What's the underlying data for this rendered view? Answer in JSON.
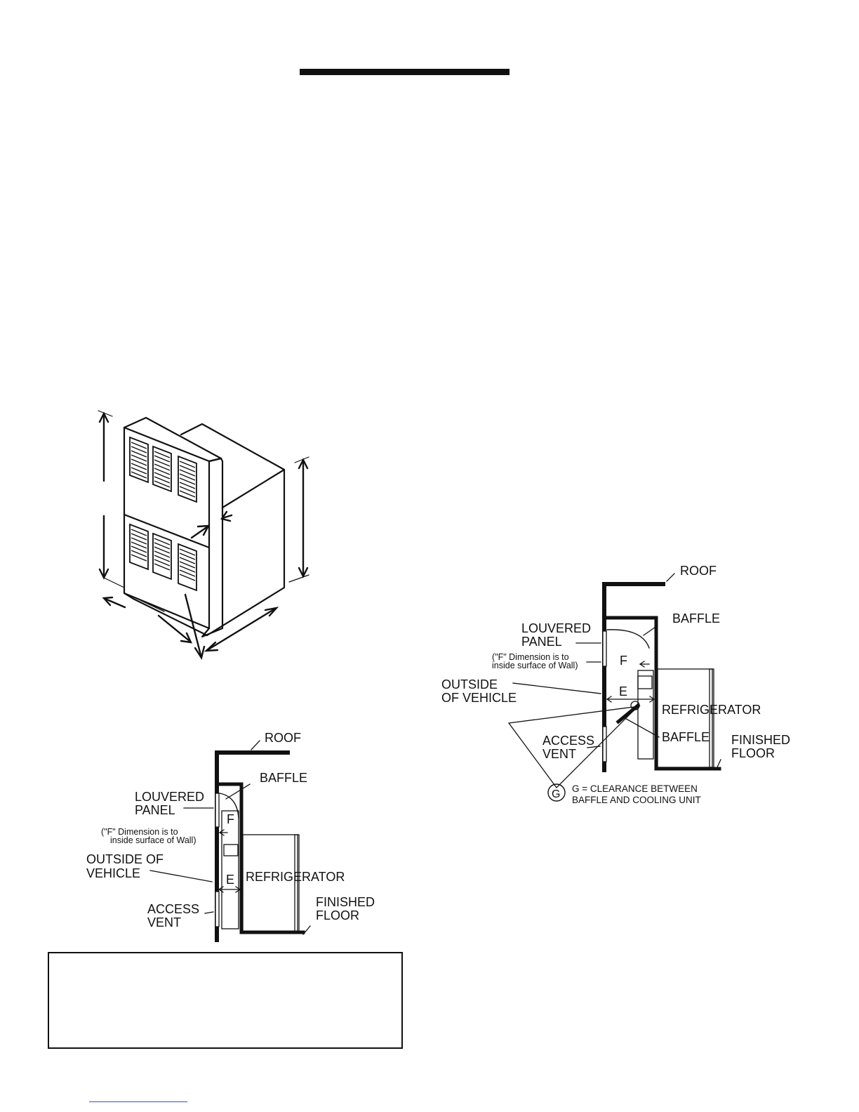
{
  "iso_figure": {},
  "side_view_single": {
    "labels": {
      "roof": "ROOF",
      "baffle": "BAFFLE",
      "louvered_line1": "LOUVERED",
      "louvered_line2": "PANEL",
      "f_note_line1": "(\"F\" Dimension is to",
      "f_note_line2": "inside surface of Wall)",
      "outside_line1": "OUTSIDE OF",
      "outside_line2": "VEHICLE",
      "refrigerator": "REFRIGERATOR",
      "access_line1": "ACCESS",
      "access_line2": "VENT",
      "finished_line1": "FINISHED",
      "finished_line2": "FLOOR",
      "dim_f": "F",
      "dim_e": "E"
    }
  },
  "side_view_baffled": {
    "labels": {
      "roof": "ROOF",
      "baffle_top": "BAFFLE",
      "louvered_line1": "LOUVERED",
      "louvered_line2": "PANEL",
      "f_note_line1": "(\"F\" Dimension is to",
      "f_note_line2": "inside surface of Wall)",
      "outside_line1": "OUTSIDE",
      "outside_line2": "OF VEHICLE",
      "refrigerator": "REFRIGERATOR",
      "baffle_bottom": "BAFFLE",
      "access_line1": "ACCESS",
      "access_line2": "VENT",
      "finished_line1": "FINISHED",
      "finished_line2": "FLOOR",
      "dim_f": "F",
      "dim_e": "E",
      "g_symbol": "G",
      "g_note_line1": "G = CLEARANCE BETWEEN",
      "g_note_line2": "BAFFLE AND COOLING UNIT"
    }
  },
  "colors": {
    "ink": "#111111",
    "link": "#3b4fd1"
  }
}
